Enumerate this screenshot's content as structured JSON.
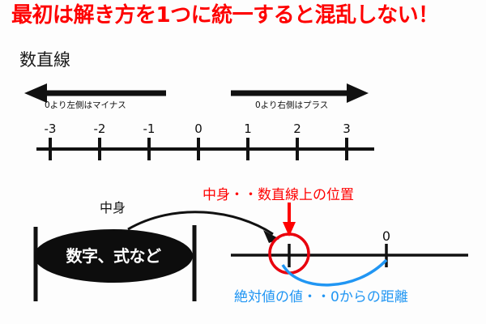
{
  "slide": {
    "title": "最初は解き方を1つに統一すると混乱しない！",
    "title_color": "#FE0000",
    "background_color": "#FDFDFD",
    "section_label": "数直線"
  },
  "number_line": {
    "left_arrow_caption": "0より左側はマイナス",
    "right_arrow_caption": "0より右側はプラス",
    "tick_labels": [
      "-3",
      "-2",
      "-1",
      "0",
      "1",
      "2",
      "3"
    ],
    "tick_values": [
      -3,
      -2,
      -1,
      0,
      1,
      2,
      3
    ],
    "axis_color": "#111111"
  },
  "absolute_value_diagram": {
    "bar_note": "中身",
    "ellipse_text": "数字、式など",
    "ellipse_fill": "#0D0D0D",
    "ellipse_text_color": "#FFFFFF",
    "red_note": "中身・・数直線上の位置",
    "red_note_color": "#FE0000",
    "blue_note": "絶対値の値・・0からの距離",
    "blue_note_color": "#2196F3",
    "origin_label": "0",
    "point_circle_color": "#E8000D"
  }
}
